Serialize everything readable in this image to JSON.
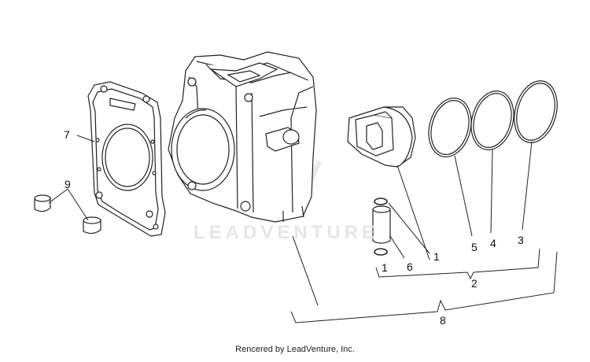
{
  "watermark": "LEADVENTURE",
  "footer": "Rencered by LeadVenture, Inc.",
  "callouts": [
    "7",
    "9",
    "1",
    "5",
    "4",
    "3",
    "1",
    "6",
    "2",
    "8"
  ]
}
